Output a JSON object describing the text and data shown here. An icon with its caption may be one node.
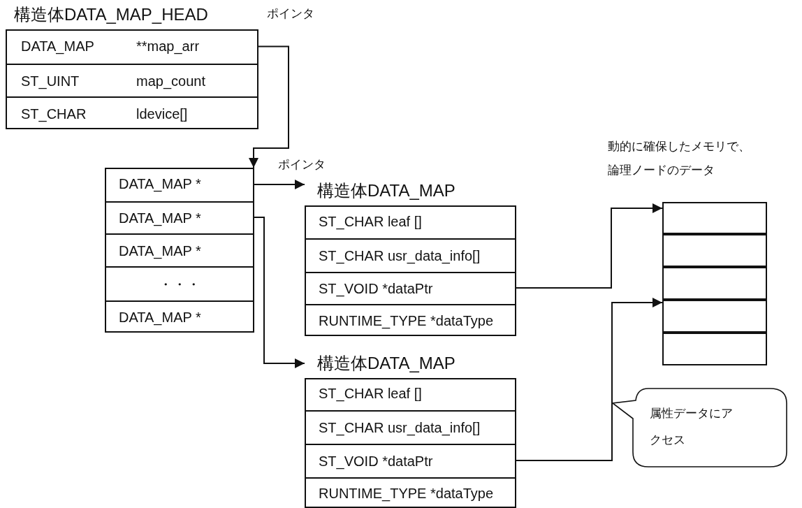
{
  "diagram": {
    "nodes": [
      {
        "text": [
          "構造体DATA_MAP_HEAD"
        ]
      },
      {
        "text": [
          "DATA_MAP",
          "**map_arr"
        ],
        "in": 0
      },
      {
        "text": [
          "ST_UINT",
          "map_count"
        ],
        "in": 0
      },
      {
        "text": [
          "ST_CHAR",
          "ldevice[]"
        ],
        "in": 0
      },
      {
        "text": [],
        "shape": "box"
      },
      {
        "text": [
          "DATA_MAP *"
        ],
        "in": 4
      },
      {
        "text": [
          "DATA_MAP *"
        ],
        "in": 4
      },
      {
        "text": [
          "DATA_MAP *"
        ],
        "in": 4
      },
      {
        "text": [
          "・・・"
        ],
        "in": 4
      },
      {
        "text": [
          "DATA_MAP *"
        ],
        "in": 4
      },
      {
        "text": [
          "構造体DATA_MAP"
        ]
      },
      {
        "text": [
          "ST_CHAR leaf []"
        ],
        "in": 10
      },
      {
        "text": [
          "ST_CHAR usr_data_info[]"
        ],
        "in": 10
      },
      {
        "text": [
          "ST_VOID *dataPtr"
        ],
        "in": 10
      },
      {
        "text": [
          "RUNTIME_TYPE *dataType"
        ],
        "in": 10
      },
      {
        "text": [
          "構造体DATA_MAP"
        ]
      },
      {
        "text": [
          "ST_CHAR leaf []"
        ],
        "in": 15
      },
      {
        "text": [
          "ST_CHAR usr_data_info[]"
        ],
        "in": 15
      },
      {
        "text": [
          "ST_VOID *dataPtr"
        ],
        "in": 15
      },
      {
        "text": [
          "RUNTIME_TYPE *dataType"
        ],
        "in": 15
      },
      {
        "text": [
          "動的に確保したメモリで、論理ノードのデータ"
        ]
      },
      {
        "text": [],
        "shape": "box",
        "in": 20
      },
      {
        "text": [],
        "shape": "box",
        "in": 20
      },
      {
        "text": [],
        "shape": "box",
        "in": 20
      },
      {
        "text": [],
        "shape": "box",
        "in": 20
      },
      {
        "text": [],
        "shape": "box",
        "in": 20
      },
      {
        "text": [
          "属性データにアクセス"
        ]
      }
    ],
    "edges": [
      {
        "from": 1,
        "to": 4,
        "arrow": "to",
        "label": "ポインタ"
      },
      {
        "from": 5,
        "to": 10,
        "arrow": "to",
        "label": "ポインタ"
      },
      {
        "from": 6,
        "to": 15,
        "arrow": "to"
      },
      {
        "from": 13,
        "to": 21,
        "arrow": "to"
      },
      {
        "from": 18,
        "to": 24,
        "arrow": "to"
      }
    ]
  }
}
